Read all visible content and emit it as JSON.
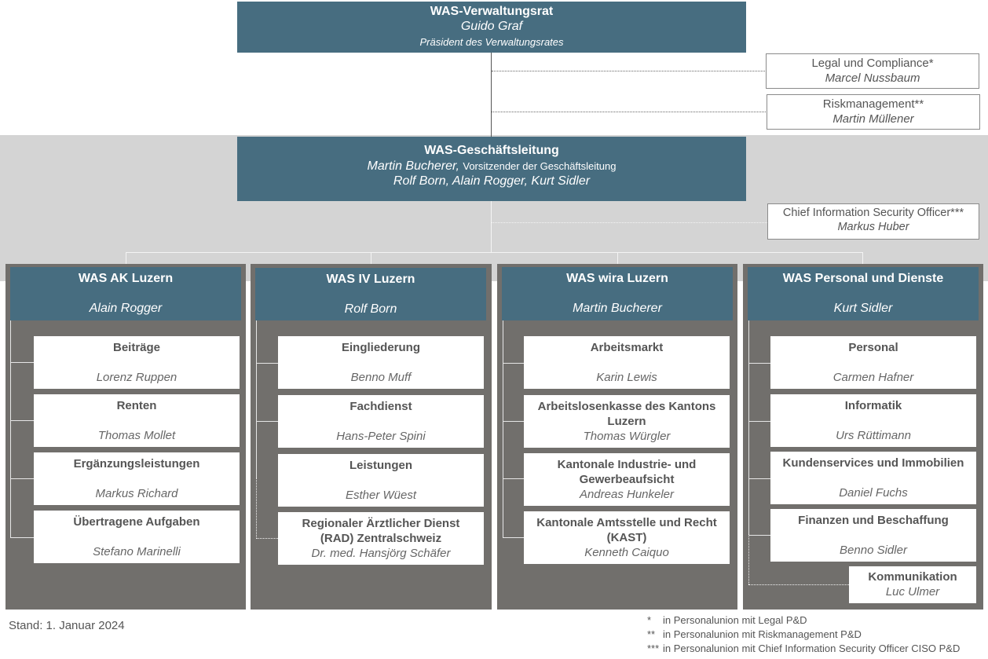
{
  "board": {
    "title": "WAS-Verwaltungsrat",
    "name": "Guido Graf",
    "role": "Präsident des Verwaltungsrates"
  },
  "staff": [
    {
      "title": "Legal und Compliance*",
      "name": "Marcel Nussbaum"
    },
    {
      "title": "Riskmanagement**",
      "name": "Martin Müllener"
    },
    {
      "title": "Chief Information Security Officer***",
      "name": "Markus Huber"
    }
  ],
  "management": {
    "title": "WAS-Geschäftsleitung",
    "chair_name": "Martin Bucherer,",
    "chair_role": "Vorsitzender der Geschäftsleitung",
    "members": "Rolf Born, Alain Rogger, Kurt Sidler"
  },
  "departments": [
    {
      "title": "WAS AK Luzern",
      "head": "Alain Rogger",
      "units": [
        {
          "title": "Beiträge",
          "name": "Lorenz Ruppen"
        },
        {
          "title": "Renten",
          "name": "Thomas Mollet"
        },
        {
          "title": "Ergänzungsleistungen",
          "name": "Markus Richard"
        },
        {
          "title": "Übertragene Aufgaben",
          "name": "Stefano Marinelli"
        }
      ]
    },
    {
      "title": "WAS IV Luzern",
      "head": "Rolf Born",
      "units": [
        {
          "title": "Eingliederung",
          "name": "Benno Muff"
        },
        {
          "title": "Fachdienst",
          "name": "Hans-Peter Spini"
        },
        {
          "title": "Leistungen",
          "name": "Esther Wüest"
        },
        {
          "title": "Regionaler Ärztlicher Dienst (RAD) Zentralschweiz",
          "name": "Dr. med. Hansjörg Schäfer"
        }
      ]
    },
    {
      "title": "WAS wira Luzern",
      "head": "Martin Bucherer",
      "units": [
        {
          "title": "Arbeitsmarkt",
          "name": "Karin Lewis"
        },
        {
          "title": "Arbeitslosenkasse des Kantons Luzern",
          "name": "Thomas Würgler"
        },
        {
          "title": "Kantonale Industrie- und Gewerbeaufsicht",
          "name": "Andreas Hunkeler"
        },
        {
          "title": "Kantonale Amtsstelle und Recht (KAST)",
          "name": "Kenneth Caiquo"
        }
      ]
    },
    {
      "title": "WAS Personal und Dienste",
      "head": "Kurt Sidler",
      "units": [
        {
          "title": "Personal",
          "name": "Carmen Hafner"
        },
        {
          "title": "Informatik",
          "name": "Urs Rüttimann"
        },
        {
          "title": "Kundenservices und Immobilien",
          "name": "Daniel Fuchs"
        },
        {
          "title": "Finanzen und Beschaffung",
          "name": "Benno Sidler"
        },
        {
          "title": "Kommunikation",
          "name": "Luc Ulmer"
        }
      ]
    }
  ],
  "footer": {
    "date": "Stand: 1. Januar 2024",
    "notes": [
      {
        "mark": "*",
        "text": "in Personalunion mit Legal P&D"
      },
      {
        "mark": "**",
        "text": "in Personalunion mit Riskmanagement P&D"
      },
      {
        "mark": "***",
        "text": "in Personalunion mit Chief Information Security Officer CISO P&D"
      }
    ]
  },
  "colors": {
    "header_teal": "#476d80",
    "column_grey": "#716f6c",
    "band_grey": "#d4d4d4"
  }
}
